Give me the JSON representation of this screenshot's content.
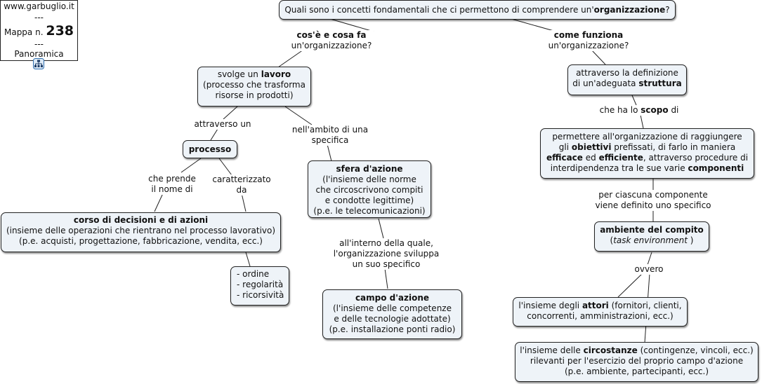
{
  "info_box": {
    "site": "www.garbuglio.it",
    "sep1": "---",
    "map_prefix": "Mappa n.",
    "map_number": "238",
    "sep2": "---",
    "view": "Panoramica"
  },
  "root": {
    "pre": "Quali sono i concetti fondamentali che ci permettono di comprendere un'",
    "bold": "organizzazione",
    "post": "?"
  },
  "left_branch": {
    "title": "cos'è e cosa fa",
    "sub": "un'organizzazione?"
  },
  "right_branch": {
    "title": "come funziona",
    "sub": "un'organizzazione?"
  },
  "lavoro": {
    "l1_pre": "svolge un ",
    "l1_bold": "lavoro",
    "l2": "(processo che trasforma",
    "l3": "risorse in prodotti)"
  },
  "link_attraverso_un": "attraverso un",
  "processo": "processo",
  "link_ambito": {
    "l1": "nell'ambito di una",
    "l2": "specifica"
  },
  "link_che_prende": {
    "l1": "che prende",
    "l2": "il nome di"
  },
  "link_caratterizzato": {
    "l1": "caratterizzato",
    "l2": "da"
  },
  "corso": {
    "title": "corso di decisioni e di azioni",
    "l2": "(insieme delle operazioni che rientrano nel processo lavorativo)",
    "l3": "(p.e. acquisti, progettazione, fabbricazione, vendita, ecc.)"
  },
  "caratteri": [
    "- ordine",
    "- regolarità",
    "- ricorsività"
  ],
  "sfera": {
    "title": "sfera d'azione",
    "l2": "(l'insieme delle norme",
    "l3": "che circoscrivono compiti",
    "l4": "e condotte legittime)",
    "l5": "(p.e. le telecomunicazioni)"
  },
  "link_interno": {
    "l1": "all'interno della quale,",
    "l2": "l'organizzazione sviluppa",
    "l3": "un suo specifico"
  },
  "campo": {
    "title": "campo d'azione",
    "l2": "(l'insieme delle competenze",
    "l3": "e delle tecnologie adottate)",
    "l4": "(p.e. installazione ponti radio)"
  },
  "struttura": {
    "l1": "attraverso la definizione",
    "l2_pre": "di un'adeguata ",
    "l2_bold": "struttura"
  },
  "link_scopo": {
    "pre": "che ha lo ",
    "bold": "scopo",
    "post": " di"
  },
  "obiettivi": {
    "l1": "permettere all'organizzazione di raggiungere",
    "l2_pre": "gli ",
    "l2_bold": "obiettivi",
    "l2_post": " prefissati, di farlo in maniera",
    "l3_b1": "efficace",
    "l3_mid": " ed ",
    "l3_b2": "efficiente",
    "l3_post": ", attraverso procedure di",
    "l4_pre": "interdipendenza tra le sue varie ",
    "l4_bold": "componenti"
  },
  "link_componente": {
    "l1": "per ciascuna componente",
    "l2": "viene definito uno specifico"
  },
  "ambiente": {
    "title": "ambiente del compito",
    "sub_open": "(",
    "sub_italic": "task environment",
    "sub_close": " )"
  },
  "link_ovvero": "ovvero",
  "attori": {
    "l1_pre": "l'insieme degli ",
    "l1_bold": "attori",
    "l1_post": " (fornitori, clienti,",
    "l2": "concorrenti, amministrazioni, ecc.)"
  },
  "circostanze": {
    "l1_pre": "l'insieme delle ",
    "l1_bold": "circostanze",
    "l1_post": " (contingenze, vincoli, ecc.)",
    "l2": "rilevanti per l'esercizio del proprio campo d'azione",
    "l3": "(p.e. ambiente, partecipanti, ecc.)"
  }
}
